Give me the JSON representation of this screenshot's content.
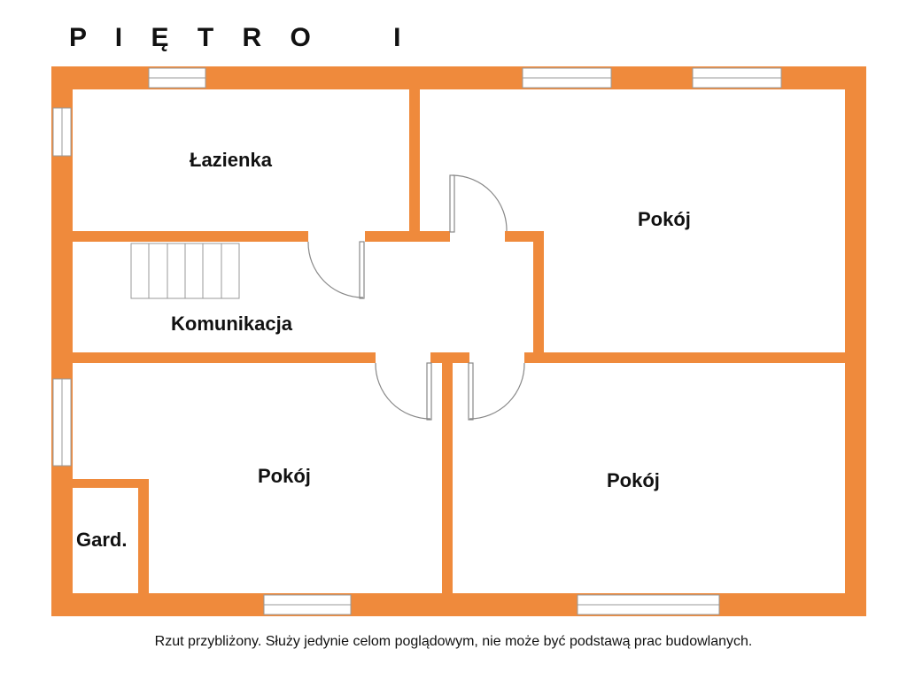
{
  "title": "P I Ę T R O    I",
  "colors": {
    "wall": "#EF8A3C",
    "window": "#ffffff",
    "line": "#999999",
    "text": "#111111"
  },
  "rooms": {
    "bathroom": "Łazienka",
    "room_top_right": "Pokój",
    "hall": "Komunikacja",
    "room_bottom_left": "Pokój",
    "room_bottom_right": "Pokój",
    "wardrobe": "Gard."
  },
  "footnote": "Rzut przybliżony. Służy jedynie celom poglądowym, nie może być podstawą prac budowlanych."
}
